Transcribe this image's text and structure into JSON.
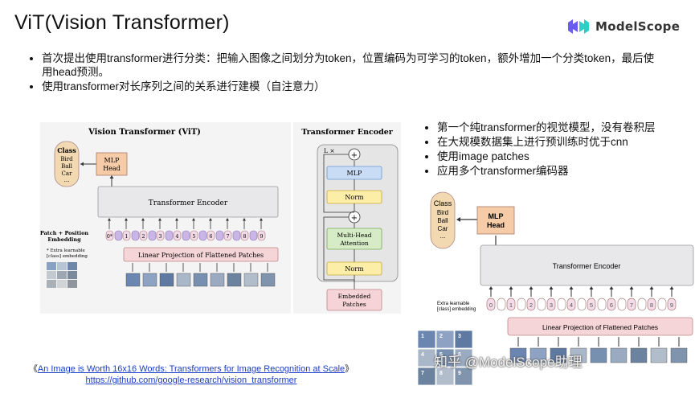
{
  "slide": {
    "title": "ViT(Vision Transformer)",
    "logo_text": "ModelScope",
    "bullets": [
      "首次提出使用transformer进行分类：把输入图像之间划分为token，位置编码为可学习的token，额外增加一个分类token，最后使用head预测。",
      "使用transformer对长序列之间的关系进行建模（自注意力）"
    ],
    "right_bullets": [
      "第一个纯transformer的视觉模型，没有卷积层",
      "在大规模数据集上进行预训练时优于cnn",
      "使用image patches",
      "应用多个transformer编码器"
    ],
    "refs": {
      "paper_left": "《",
      "paper_title": "An Image is Worth 16x16 Words: Transformers for Image Recognition at Scale",
      "paper_right": "》",
      "repo_url": "https://github.com/google-research/vision_transformer"
    },
    "watermark": "知乎 @ModelScope助理"
  },
  "figure_left": {
    "title": "Vision Transformer (ViT)",
    "class_label": "Class",
    "class_items": [
      "Bird",
      "Ball",
      "Car",
      "..."
    ],
    "mlp_head": [
      "MLP",
      "Head"
    ],
    "encoder_label": "Transformer Encoder",
    "pos_embed_label": [
      "Patch + Position",
      "Embedding"
    ],
    "extra_note": [
      "* Extra learnable",
      "[class] embedding"
    ],
    "tokens": [
      "0*",
      "1",
      "2",
      "3",
      "4",
      "5",
      "6",
      "7",
      "8",
      "9"
    ],
    "projection_label": "Linear Projection of Flattened Patches"
  },
  "figure_mid": {
    "title": "Transformer Encoder",
    "repeat": "L ×",
    "mlp": "MLP",
    "norm": "Norm",
    "mha": [
      "Multi-Head",
      "Attention"
    ],
    "embedded": [
      "Embedded",
      "Patches"
    ],
    "plus": "+"
  },
  "figure_right": {
    "class_label": "Class",
    "class_items": [
      "Bird",
      "Ball",
      "Car",
      "..."
    ],
    "mlp_head": [
      "MLP",
      "Head"
    ],
    "encoder_label": "Transformer Encoder",
    "extra_note": [
      "Extra learnable",
      "[class] embedding"
    ],
    "tokens": [
      "0",
      "1",
      "2",
      "3",
      "4",
      "5",
      "6",
      "7",
      "8",
      "9"
    ],
    "projection_label": "Linear Projection of Flattened Patches",
    "grid_numbers": [
      "1",
      "2",
      "3",
      "4",
      "5",
      "6",
      "7",
      "8",
      "9"
    ]
  },
  "colors": {
    "class_fill": "#f3d9b1",
    "mlp_fill": "#f6cba7",
    "encoder_fill": "#e8e8ea",
    "proj_fill": "#f6d5d8",
    "token_fill": "#f2dbe8",
    "mlp_blue": "#c9dcf5",
    "norm_yellow": "#fdeea7",
    "mha_green": "#d5ecc6",
    "embed_pink": "#f6d3d6"
  }
}
